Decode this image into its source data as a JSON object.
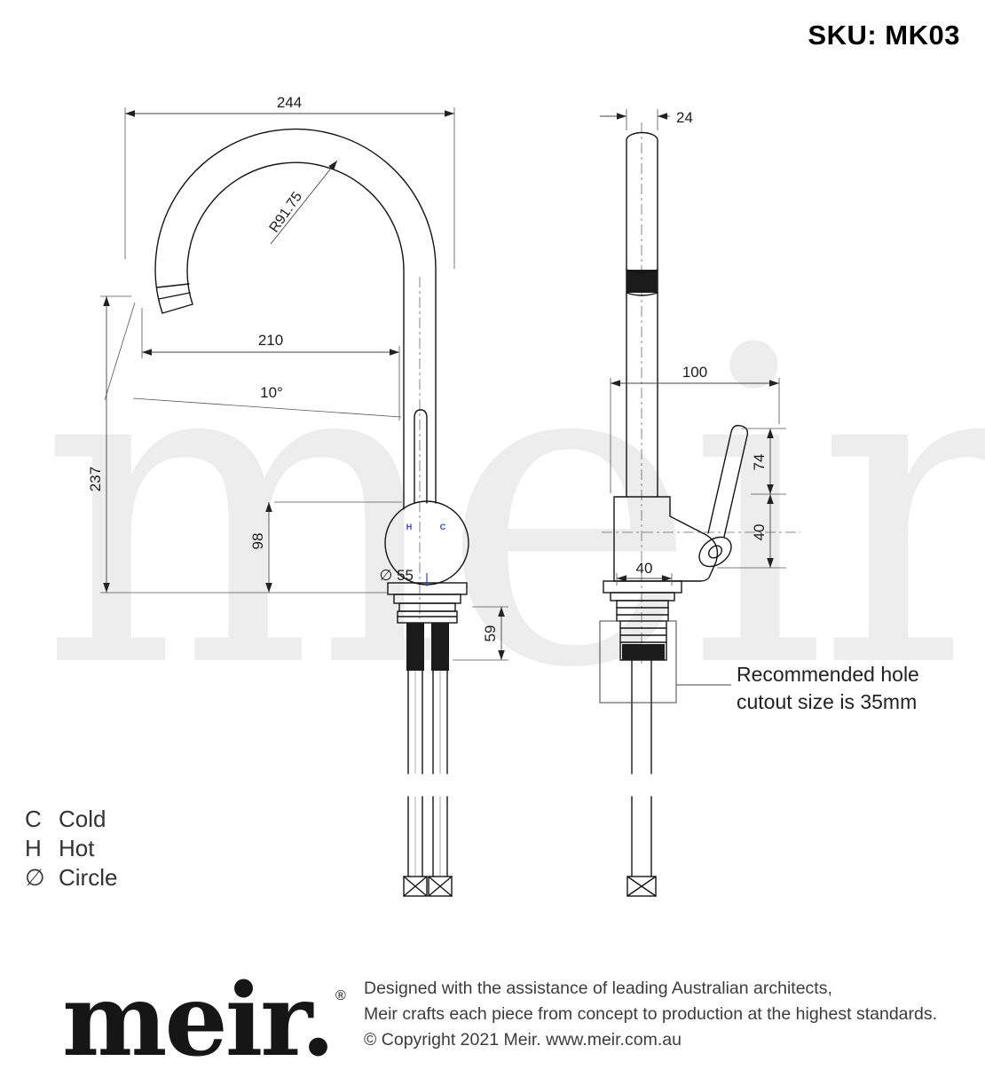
{
  "sku": "SKU: MK03",
  "watermark": "meir.",
  "views": {
    "front": {
      "dims": {
        "overall_width": "244",
        "spout_reach": "210",
        "spout_radius": "R91.75",
        "spout_angle": "10°",
        "overall_height": "237",
        "body_height": "98",
        "base_diameter": "∅ 55",
        "under_bench_depth": "59"
      },
      "labels": {
        "hot": "H",
        "cold": "C"
      }
    },
    "side": {
      "dims": {
        "spout_diameter": "24",
        "overall_depth": "100",
        "handle_height": "74",
        "handle_drop": "40",
        "base_width": "40"
      }
    }
  },
  "callout": {
    "line1": "Recommended hole",
    "line2": "cutout size is 35mm"
  },
  "legend": [
    {
      "symbol": "C",
      "label": "Cold"
    },
    {
      "symbol": "H",
      "label": "Hot"
    },
    {
      "symbol": "∅",
      "label": "Circle"
    }
  ],
  "logo": {
    "text": "meir.",
    "registered": "®"
  },
  "footer": {
    "line1": "Designed with the assistance of leading Australian architects,",
    "line2": "Meir crafts each piece from concept to production at the highest standards.",
    "line3": "© Copyright 2021 Meir. www.meir.com.au"
  }
}
